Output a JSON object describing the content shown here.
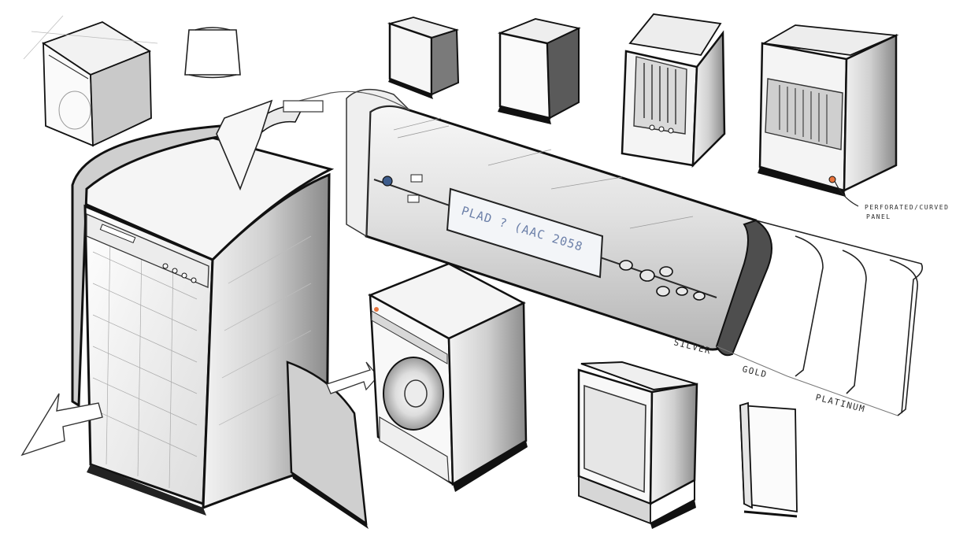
{
  "sketch": {
    "display_text": "PLAD ? (AAC 2058",
    "annotation_line1": "PERFORATED/CURVED",
    "annotation_line2": "PANEL",
    "finish_labels": [
      "SILVER",
      "GOLD",
      "PLATINUM"
    ]
  },
  "colors": {
    "ink": "#111111",
    "marker_gray": "#bdbdbd",
    "marker_dark": "#5a5a5a",
    "accent_orange": "#e8743b",
    "accent_blue": "#3d5c8c"
  }
}
